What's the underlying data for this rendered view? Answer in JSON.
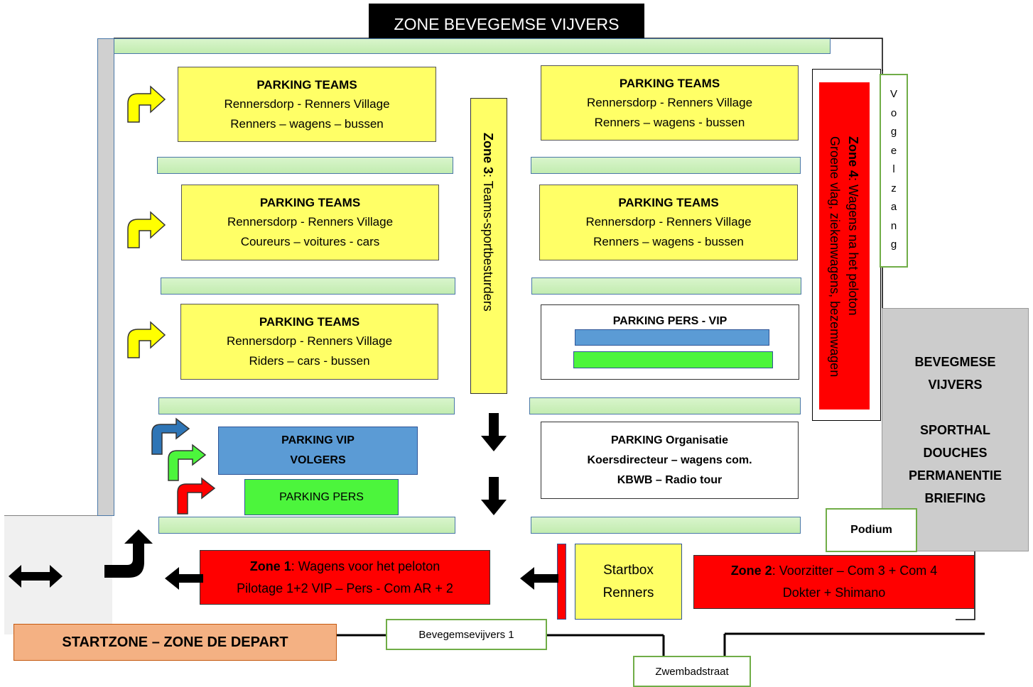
{
  "title": "ZONE  BEVEGEMSE VIJVERS",
  "parking_teams": [
    {
      "title": "PARKING TEAMS",
      "line1": "Rennersdorp - Renners Village",
      "line2": "Renners – wagens – bussen"
    },
    {
      "title": "PARKING TEAMS",
      "line1": "Rennersdorp - Renners Village",
      "line2": "Coureurs – voitures - cars"
    },
    {
      "title": "PARKING TEAMS",
      "line1": "Rennersdorp - Renners Village",
      "line2": "Riders – cars - bussen"
    },
    {
      "title": "PARKING TEAMS",
      "line1": "Rennersdorp - Renners Village",
      "line2": "Renners – wagens - bussen"
    },
    {
      "title": "PARKING TEAMS",
      "line1": "Rennersdorp - Renners Village",
      "line2": "Renners – wagens - bussen"
    }
  ],
  "zone3": {
    "bold": "Zone 3",
    "text": ": Teams-sportbesturders"
  },
  "zone4": {
    "bold": "Zone 4",
    "text": ": Wagens na het peloton",
    "line2": "Groene vlag, ziekenwagens, bezemwagen"
  },
  "vogelzang": [
    "V",
    "o",
    "g",
    "e",
    "l",
    "z",
    "a",
    "n",
    "g"
  ],
  "parking_pers_vip": "PARKING PERS - VIP",
  "parking_organisatie": {
    "title": "PARKING Organisatie",
    "line1": "Koersdirecteur – wagens com.",
    "line2": "KBWB – Radio tour"
  },
  "parking_vip": {
    "line1": "PARKING VIP",
    "line2": "VOLGERS"
  },
  "parking_pers": "PARKING PERS",
  "sporthal": {
    "line1": "BEVEGMESE",
    "line2": "VIJVERS",
    "line3": "SPORTHAL",
    "line4": "DOUCHES",
    "line5": "PERMANENTIE",
    "line6": "BRIEFING"
  },
  "podium": "Podium",
  "zone1": {
    "bold": "Zone 1",
    "text": ": Wagens voor het peloton",
    "line2": "Pilotage 1+2  VIP – Pers - Com AR + 2"
  },
  "startbox": {
    "line1": "Startbox",
    "line2": "Renners"
  },
  "zone2": {
    "bold": "Zone 2",
    "text": ": Voorzitter – Com 3 + Com 4",
    "line2": "Dokter + Shimano"
  },
  "startzone": "STARTZONE – ZONE DE DEPART",
  "street1": "Bevegemsevijvers 1",
  "street2": "Zwembadstraat",
  "colors": {
    "yellow": "#ffff66",
    "red": "#ff0000",
    "blue": "#5b9bd5",
    "green": "#4cf53c",
    "orange": "#f4b183",
    "gray": "#cccccc"
  }
}
